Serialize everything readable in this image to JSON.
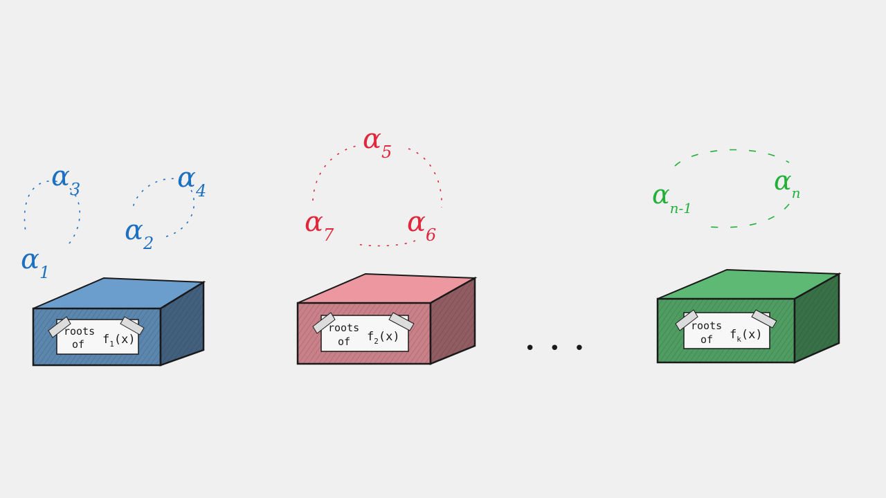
{
  "colors": {
    "background": "#f0f0f0",
    "blue": "#1d6fc0",
    "red": "#e0283c",
    "green": "#22b03a",
    "blue_box": "#5b86ae",
    "red_box": "#c98088",
    "green_box": "#4f9d62",
    "outline": "#1a1a1a"
  },
  "groups": [
    {
      "color": "blue",
      "box_label_line1": "roots",
      "box_label_line2": "of",
      "box_func_main": "f",
      "box_func_sub": "1",
      "box_func_arg": "(x)",
      "roots": [
        {
          "base": "α",
          "sub": "1"
        },
        {
          "base": "α",
          "sub": "3"
        },
        {
          "base": "α",
          "sub": "2"
        },
        {
          "base": "α",
          "sub": "4"
        }
      ]
    },
    {
      "color": "red",
      "box_label_line1": "roots",
      "box_label_line2": "of",
      "box_func_main": "f",
      "box_func_sub": "2",
      "box_func_arg": "(x)",
      "roots": [
        {
          "base": "α",
          "sub": "5"
        },
        {
          "base": "α",
          "sub": "7"
        },
        {
          "base": "α",
          "sub": "6"
        }
      ]
    },
    {
      "color": "green",
      "box_label_line1": "roots",
      "box_label_line2": "of",
      "box_func_main": "f",
      "box_func_sub": "k",
      "box_func_arg": "(x)",
      "roots": [
        {
          "base": "α",
          "sub": "n-1"
        },
        {
          "base": "α",
          "sub": "n"
        }
      ]
    }
  ],
  "ellipsis": "• • •"
}
